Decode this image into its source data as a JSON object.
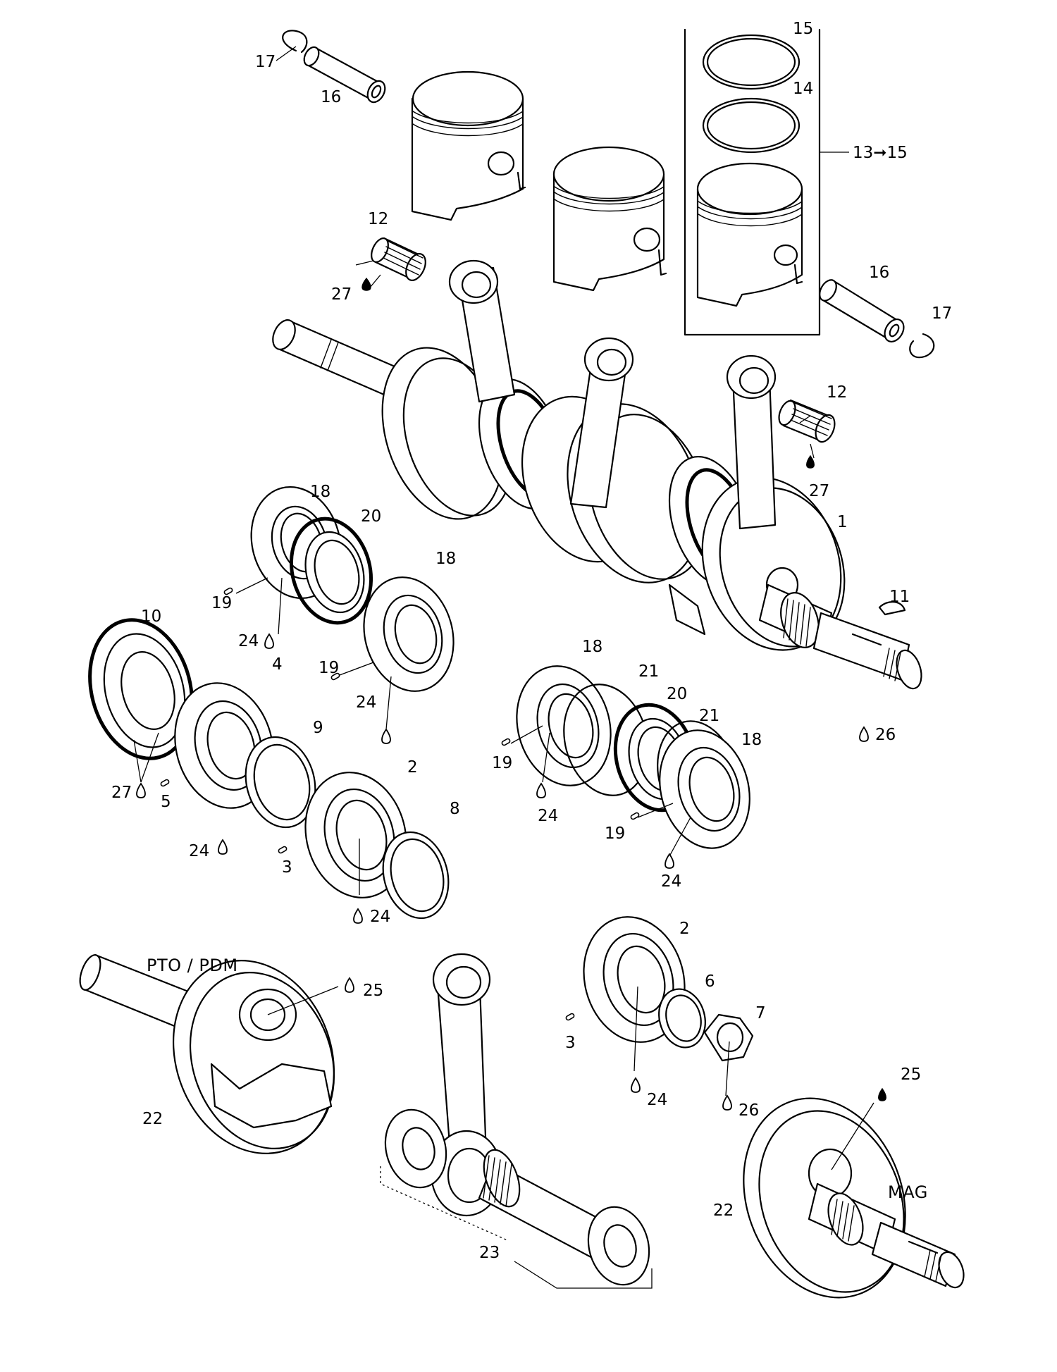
{
  "callouts": {
    "c17a": "17",
    "c16a": "16",
    "c15": "15",
    "c14": "14",
    "c13_15": "13➞15",
    "c12a": "12",
    "c27a": "27",
    "c16b": "16",
    "c17b": "17",
    "c12b": "12",
    "c27b": "27",
    "c1": "1",
    "c18a": "18",
    "c20a": "20",
    "c18b": "18",
    "c19a": "19",
    "c24a": "24",
    "c19b": "19",
    "c24b": "24",
    "c10": "10",
    "c11": "11",
    "c4": "4",
    "c9": "9",
    "c27c": "27",
    "c5": "5",
    "c2a": "2",
    "c8": "8",
    "c24c": "24",
    "c3a": "3",
    "c24d": "24",
    "c18c": "18",
    "c21a": "21",
    "c20b": "20",
    "c21b": "21",
    "c18d": "18",
    "c19c": "19",
    "c24e": "24",
    "c19d": "19",
    "c24f": "24",
    "c26a": "26",
    "c25a": "25",
    "c22a": "22",
    "c2b": "2",
    "c6": "6",
    "c7": "7",
    "c3b": "3",
    "c24g": "24",
    "c26b": "26",
    "c25b": "25",
    "c22b": "22",
    "c23": "23"
  },
  "words": {
    "pto": "PTO / PDM",
    "mag": "MAG"
  },
  "icons": [
    "lubricant-drop-icon"
  ]
}
